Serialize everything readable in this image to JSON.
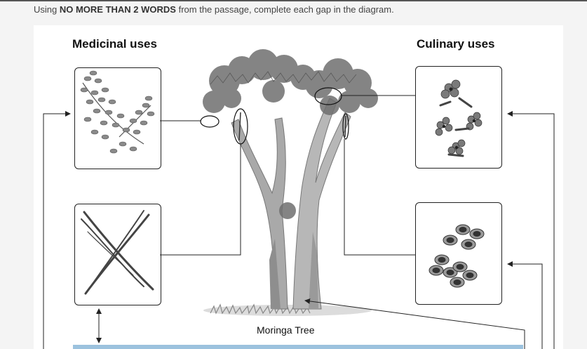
{
  "instruction": {
    "before": "Using ",
    "emphasis": "NO MORE THAN 2 WORDS",
    "after": " from the passage, complete each gap in the diagram."
  },
  "diagram": {
    "left_heading": "Medicinal uses",
    "right_heading": "Culinary uses",
    "tree_caption": "Moringa Tree",
    "image_boxes": [
      {
        "id": "leaves",
        "icon": "moringa-leaves-icon"
      },
      {
        "id": "pods",
        "icon": "moringa-pods-icon"
      },
      {
        "id": "flowers",
        "icon": "moringa-flowers-icon"
      },
      {
        "id": "seeds",
        "icon": "moringa-seeds-icon"
      }
    ]
  },
  "colors": {
    "line": "#222222",
    "foliage": "#6f6f6f",
    "trunk": "#a9a9a9",
    "text_band": "#9cc2de"
  }
}
